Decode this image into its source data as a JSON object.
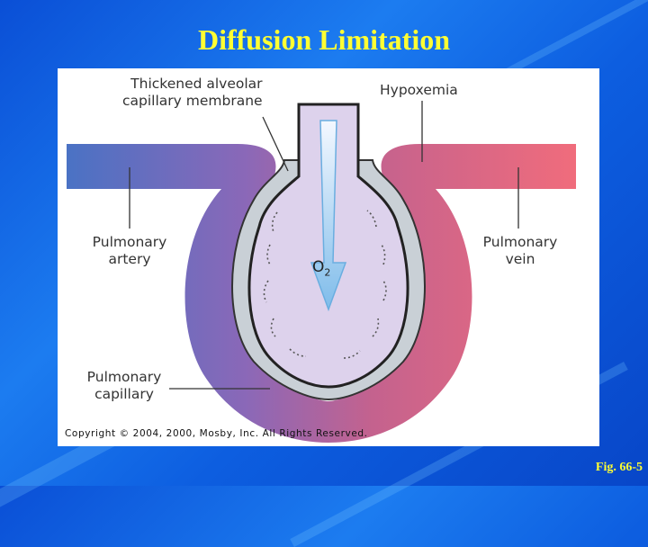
{
  "slide": {
    "title": "Diffusion Limitation",
    "figure_label": "Fig. 66-5"
  },
  "diagram": {
    "labels": {
      "membrane_line1": "Thickened alveolar",
      "membrane_line2": "capillary membrane",
      "hypoxemia": "Hypoxemia",
      "artery_line1": "Pulmonary",
      "artery_line2": "artery",
      "vein_line1": "Pulmonary",
      "vein_line2": "vein",
      "capillary_line1": "Pulmonary",
      "capillary_line2": "capillary",
      "oxygen": "O",
      "oxygen_subscript": "2"
    },
    "copyright": "Copyright © 2004, 2000, Mosby, Inc. All Rights Reserved.",
    "colors": {
      "artery": "#4a6fc0",
      "vein": "#ee6e7e",
      "alveolus": "#ddd2ec",
      "arrow": "#8ec6ef"
    }
  }
}
